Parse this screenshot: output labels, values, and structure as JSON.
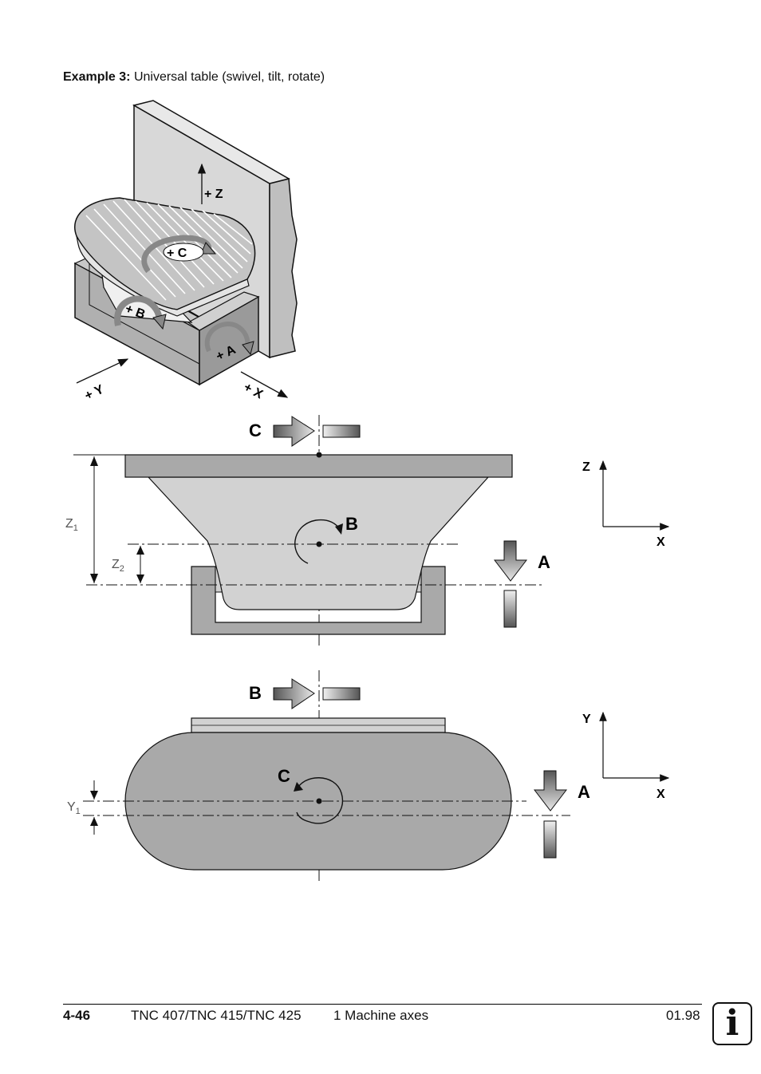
{
  "caption": {
    "prefix": "Example 3:",
    "text": "Universal table (swivel, tilt, rotate)"
  },
  "iso_view": {
    "z": "+ Z",
    "c": "+ C",
    "b": "+ B",
    "a": "+ A",
    "y": "+ Y",
    "x": "+ X"
  },
  "front_view": {
    "c": "C",
    "b": "B",
    "a": "A",
    "z1": "Z",
    "z1_sub": "1",
    "z2": "Z",
    "z2_sub": "2",
    "axis_z": "Z",
    "axis_x": "X"
  },
  "top_view": {
    "b": "B",
    "c": "C",
    "a": "A",
    "y1": "Y",
    "y1_sub": "1",
    "axis_y": "Y",
    "axis_x": "X"
  },
  "footer": {
    "page": "4-46",
    "models": "TNC 407/TNC 415/TNC 425",
    "chapter": "1  Machine axes",
    "date": "01.98",
    "info_icon": "i"
  },
  "colors": {
    "body_gray": "#a9a9a9",
    "light_gray": "#d2d2d2",
    "wall_gray": "#d6d6d6"
  }
}
